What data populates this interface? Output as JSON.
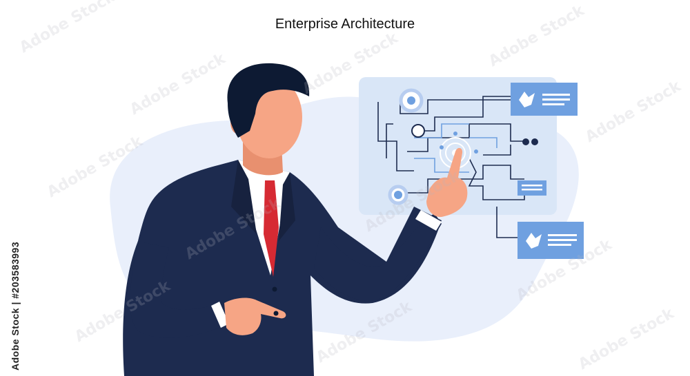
{
  "header": {
    "title": "Enterprise Architecture"
  },
  "side_caption": "Adobe Stock | #203583993",
  "watermark_text": "Adobe Stock",
  "colors": {
    "background": "#ffffff",
    "blob": "#e9effb",
    "screen": "#d9e6f7",
    "accent_blue": "#6fa0e0",
    "suit": "#1d2b4f",
    "tie": "#d62a33",
    "skin": "#f6a585",
    "hair": "#0d1a33",
    "lines": "#1d2b4f"
  }
}
